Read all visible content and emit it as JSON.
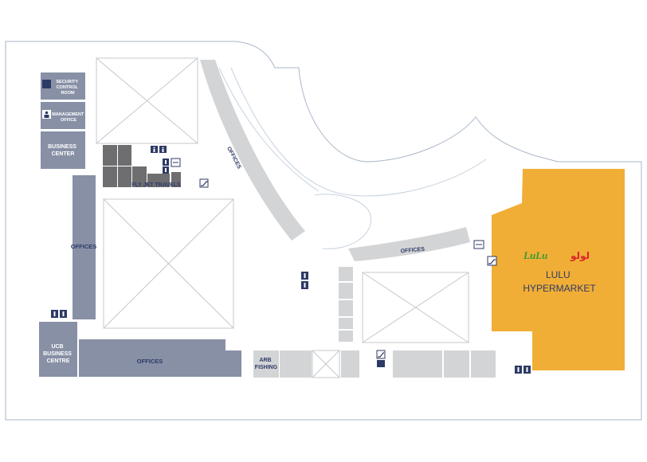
{
  "colors": {
    "slate": "#8890a6",
    "light_gray": "#d3d4d6",
    "dark_gray": "#6e6e71",
    "anchor_orange": "#f1ae36",
    "label_navy": "#2d3a66",
    "outline": "#aab6c8",
    "lulu_green": "#3a9a34",
    "lulu_red": "#d8262b"
  },
  "units": {
    "security_control_room": "SECURITY CONTROL ROOM",
    "management_office": "MANAGEMENT OFFICE",
    "business_center": "BUSINESS CENTER",
    "offices_left": "OFFICES",
    "fly_jet_travels": "FLY JET TRAVELS",
    "offices_diagonal": "OFFICES",
    "offices_curved": "OFFICES",
    "ucb_business_centre": "UCB BUSINESS CENTRE",
    "offices_bottom": "OFFICES",
    "arb_fishing": "ARB FISHING",
    "lulu_hypermarket": "LULU HYPERMARKET"
  },
  "logo": {
    "latin": "LuLu",
    "arabic": "لولو"
  },
  "icons": [
    "restroom-icon",
    "atm-icon",
    "escalator-icon",
    "elevator-icon",
    "security-icon",
    "management-icon"
  ]
}
